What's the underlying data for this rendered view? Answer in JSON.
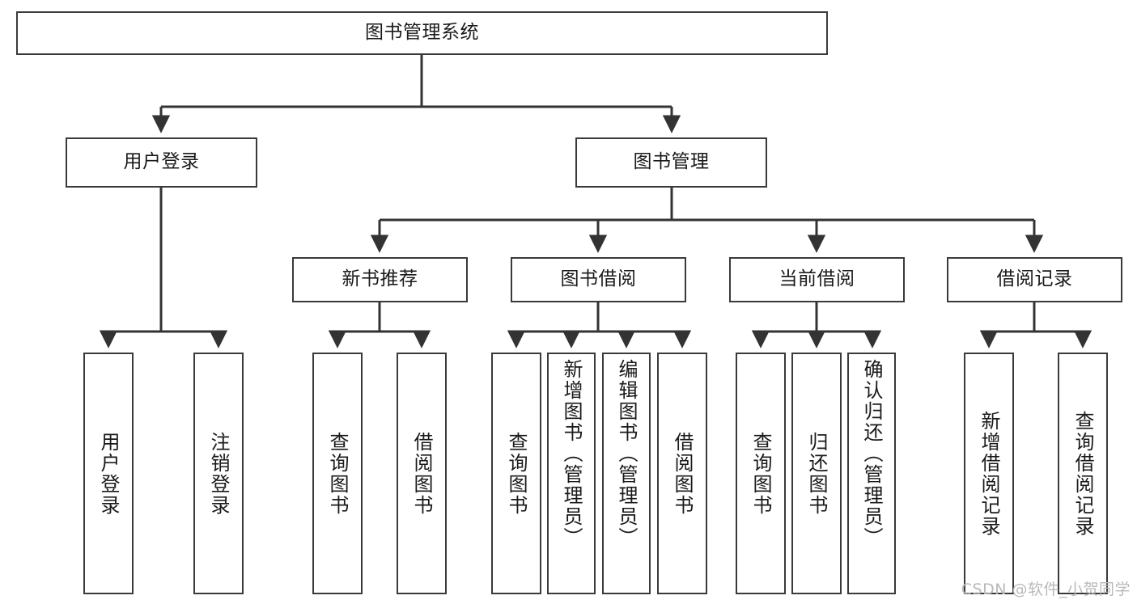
{
  "diagram": {
    "title": "图书管理系统",
    "type": "tree-hierarchy",
    "orientation": "top-down",
    "colors": {
      "box_border": "#3a3a3a",
      "box_fill": "#ffffff",
      "edge": "#333333",
      "text": "#1a1a1a",
      "watermark": "#b9b9b9"
    },
    "watermark": "CSDN @软件_小贺同学"
  },
  "nodes": {
    "root": {
      "label": "图书管理系统"
    },
    "level2": [
      {
        "id": "user-login",
        "label": "用户登录"
      },
      {
        "id": "book-manage",
        "label": "图书管理"
      }
    ],
    "level3": [
      {
        "id": "new-book-recommend",
        "label": "新书推荐"
      },
      {
        "id": "book-borrow",
        "label": "图书借阅"
      },
      {
        "id": "current-borrow",
        "label": "当前借阅"
      },
      {
        "id": "borrow-record",
        "label": "借阅记录"
      }
    ],
    "leaves": {
      "user_login": [
        {
          "id": "leaf-user-login",
          "label": "用户登录"
        },
        {
          "id": "leaf-logout-login",
          "label": "注销登录"
        }
      ],
      "new_book_recommend": [
        {
          "id": "leaf-query-book-1",
          "label": "查询图书"
        },
        {
          "id": "leaf-borrow-book-1",
          "label": "借阅图书"
        }
      ],
      "book_borrow": [
        {
          "id": "leaf-query-book-2",
          "label": "查询图书"
        },
        {
          "id": "leaf-add-book",
          "label": "新增图书（管理员）"
        },
        {
          "id": "leaf-edit-book",
          "label": "编辑图书（管理员）"
        },
        {
          "id": "leaf-borrow-book-2",
          "label": "借阅图书"
        }
      ],
      "current_borrow": [
        {
          "id": "leaf-query-book-3",
          "label": "查询图书"
        },
        {
          "id": "leaf-return-book",
          "label": "归还图书"
        },
        {
          "id": "leaf-confirm-return",
          "label": "确认归还（管理员）"
        }
      ],
      "borrow_record": [
        {
          "id": "leaf-add-record",
          "label": "新增借阅记录"
        },
        {
          "id": "leaf-query-record",
          "label": "查询借阅记录"
        }
      ]
    }
  }
}
